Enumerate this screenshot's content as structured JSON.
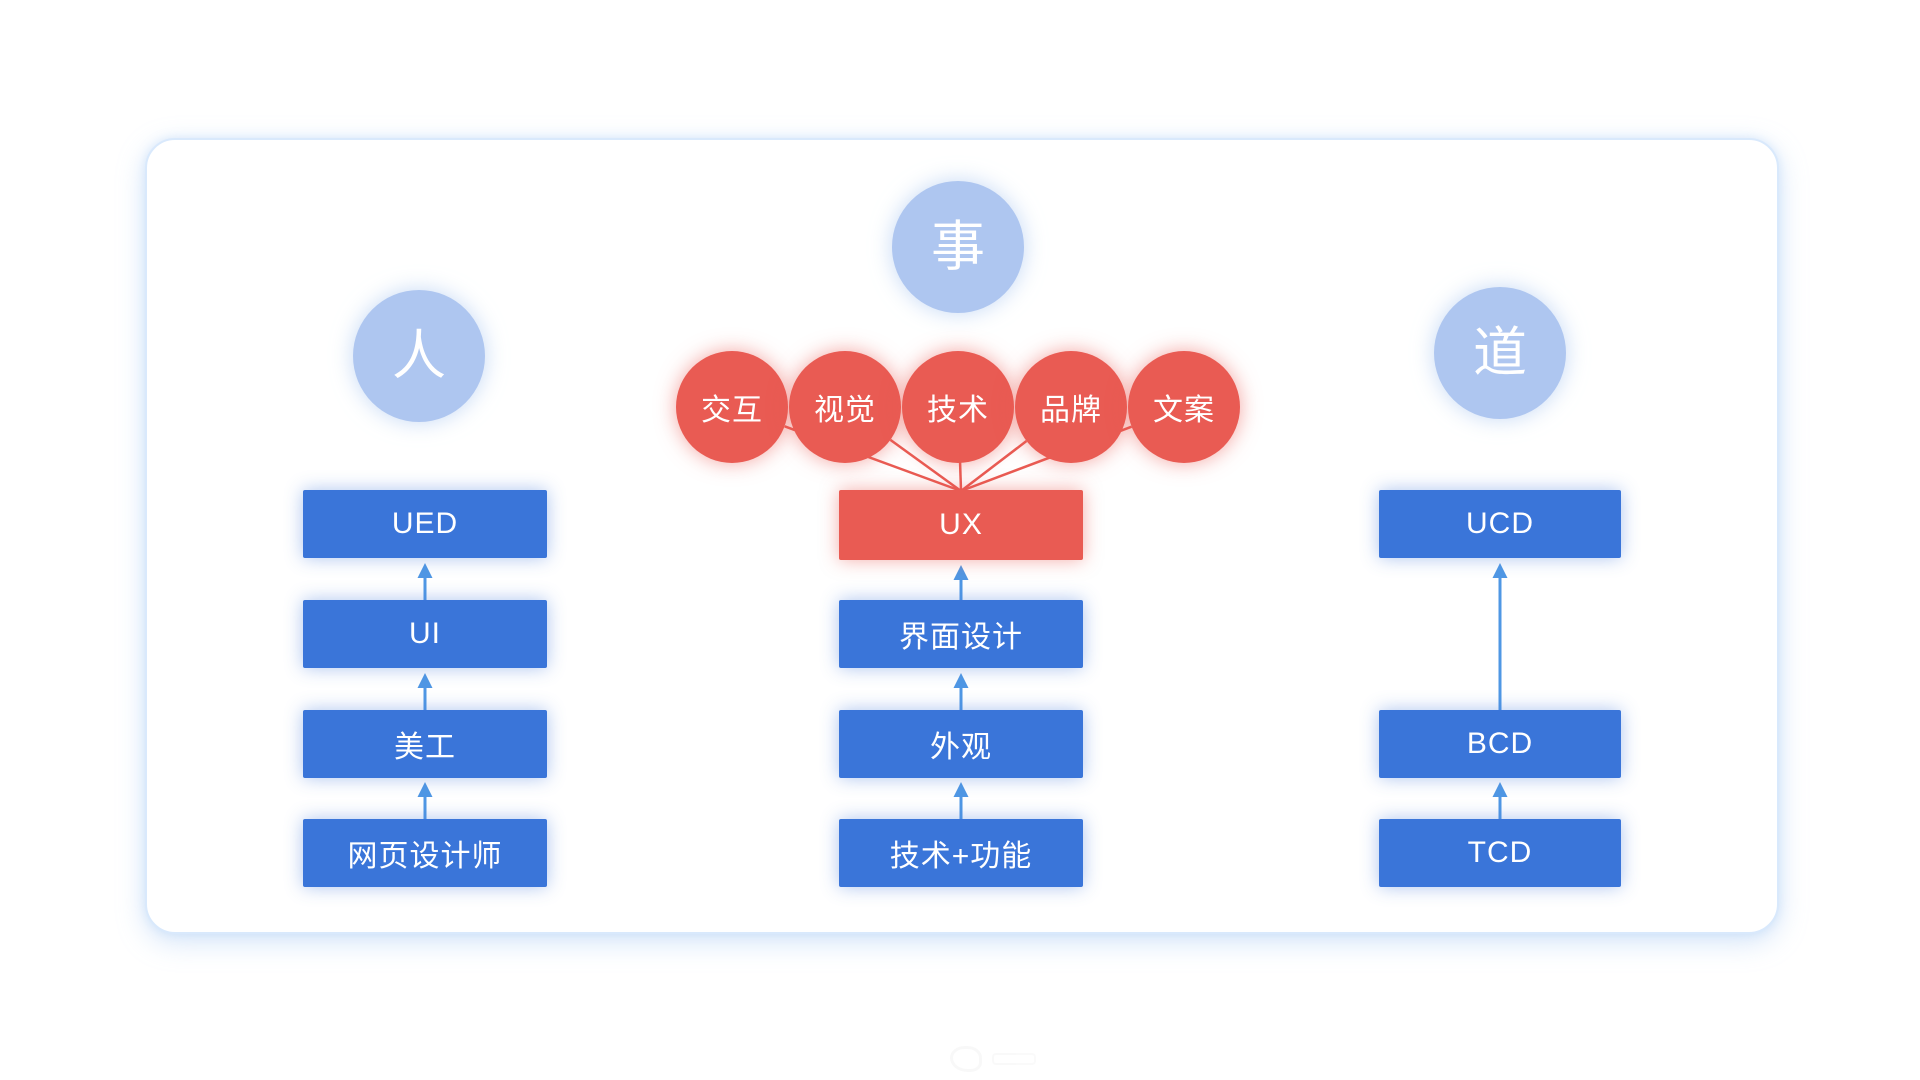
{
  "concepts": {
    "top": "事",
    "left": "人",
    "right": "道"
  },
  "factors": [
    "交互",
    "视觉",
    "技术",
    "品牌",
    "文案"
  ],
  "center_column": {
    "top_box": "UX",
    "boxes": [
      "界面设计",
      "外观",
      "技术+功能"
    ]
  },
  "left_column": {
    "boxes": [
      "UED",
      "UI",
      "美工",
      "网页设计师"
    ]
  },
  "right_column": {
    "boxes": [
      "UCD",
      "BCD",
      "TCD"
    ]
  },
  "colors": {
    "node_blue": "#3a75d9",
    "arrow_blue": "#4f97e4",
    "accent_red": "#e95b53",
    "soft_blue_circle": "#aec6f0",
    "panel_border": "#d9e9fc",
    "node_text": "#ffffff"
  }
}
